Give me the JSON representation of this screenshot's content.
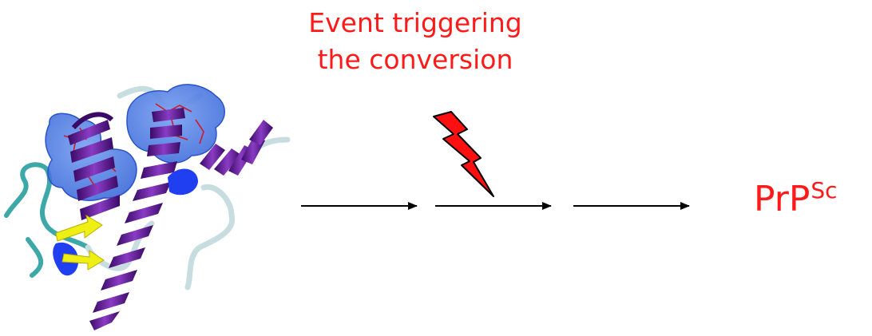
{
  "event": {
    "line1": "Event triggering",
    "line2": "the conversion"
  },
  "product": {
    "base": "PrP",
    "superscript": "Sc"
  },
  "colors": {
    "label": "#ff1a1a",
    "helix": "#5b1a8a",
    "sheet": "#f0ef14",
    "turn": "#1f3ff0",
    "coil": "#bfdadf",
    "surface": "#5b8ae8",
    "bolt": "#ff1010"
  },
  "icons": {
    "bolt": "lightning-bolt-icon",
    "structure": "protein-structure-image"
  }
}
